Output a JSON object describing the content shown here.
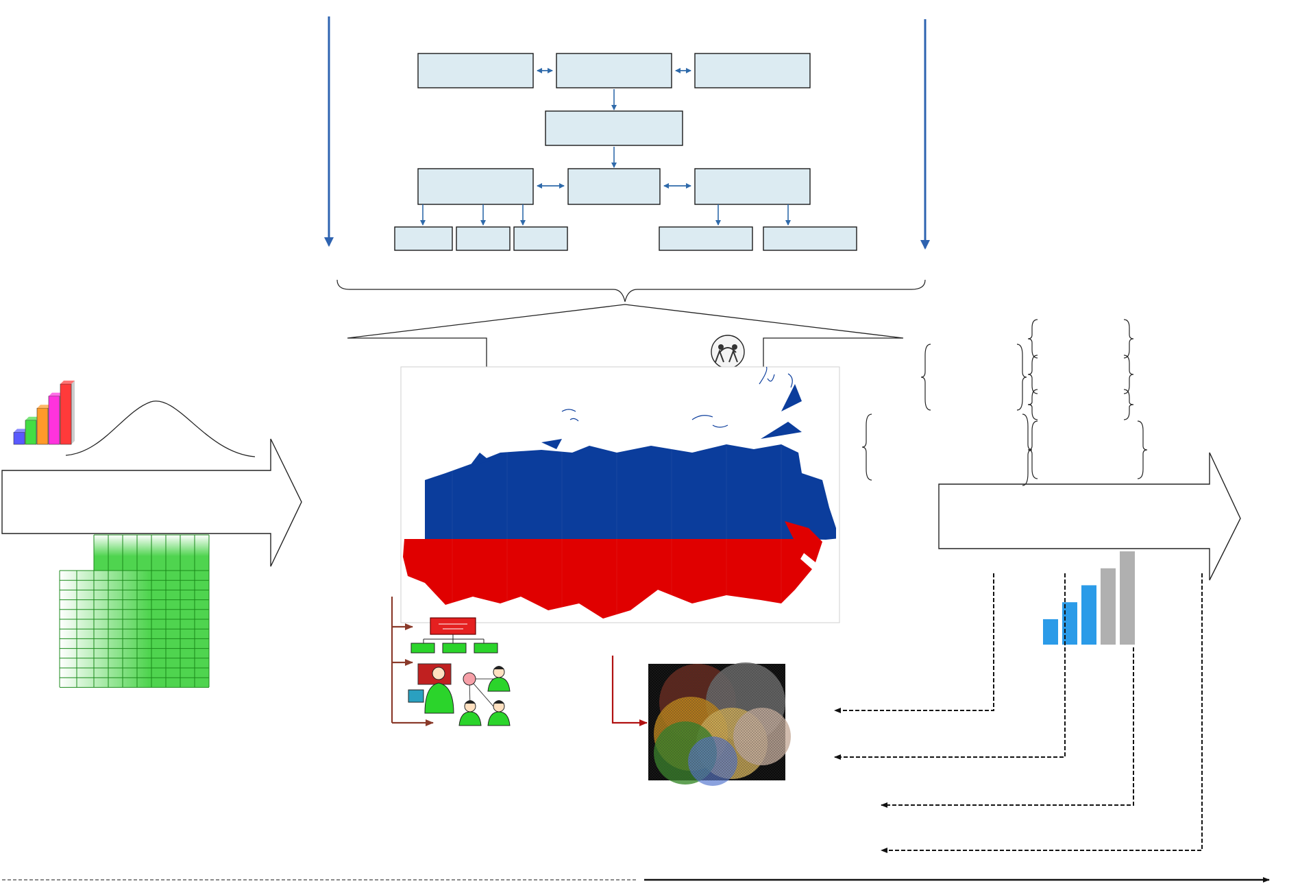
{
  "header": {
    "caption": ""
  },
  "colors": {
    "box_fill": "#dcebf2",
    "box_stroke": "#1a1a1a",
    "connector": "#2f6aaa",
    "down_arrow": "#2e63b0",
    "flag_white": "#ffffff",
    "flag_blue": "#0b3d9c",
    "flag_red": "#e00000",
    "grid_green": "#4fd44f",
    "bar_blue": "#2b9be8",
    "bar_gray": "#b0b0b0",
    "brown": "#8a3a2a"
  },
  "icons": {
    "left_bar_chart": "gradient-bar-chart-icon",
    "bell_curve": "normal-distribution-curve-icon",
    "spreadsheet": "green-spreadsheet-grid-icon",
    "russia_map": "russia-map-flag-icon",
    "emblem": "people-emblem-icon",
    "org_chart": "org-chart-icon",
    "team_network": "team-network-icon",
    "overlap_circles": "overlapping-circles-icon",
    "right_bar_chart": "blue-gray-bar-chart-icon"
  },
  "bar_chart_right": {
    "values": [
      3,
      5,
      7,
      9,
      11
    ]
  },
  "bar_chart_left": {
    "values": [
      1,
      2,
      3,
      4,
      5
    ]
  }
}
